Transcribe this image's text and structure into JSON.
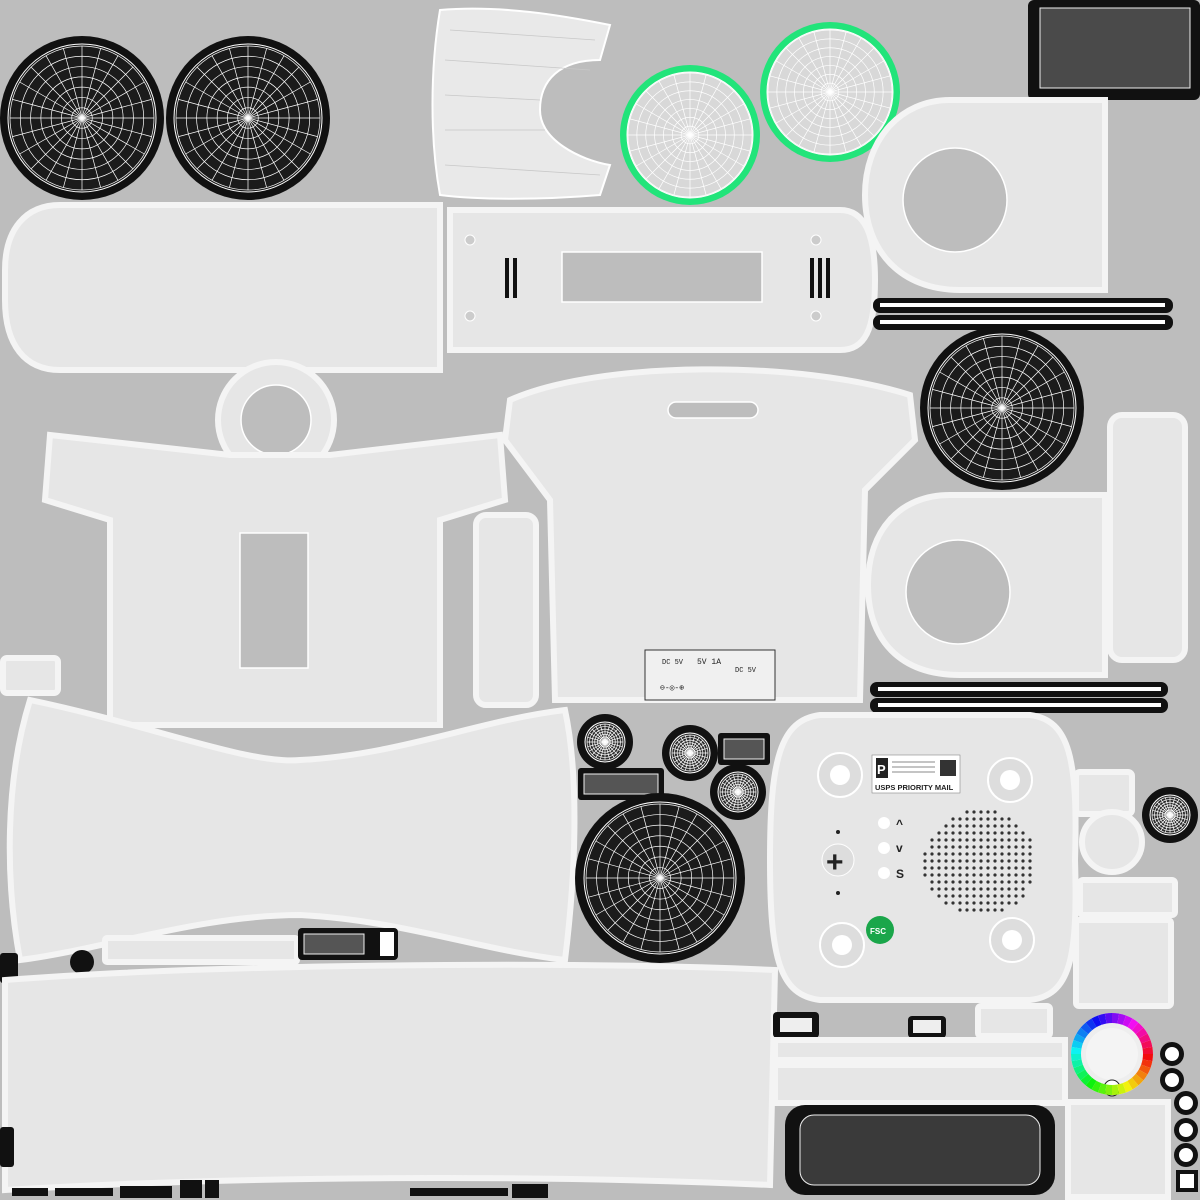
{
  "sticker": {
    "logo_letter": "P",
    "title": "USPS PRIORITY MAIL"
  },
  "port_panel": {
    "dc_left": "DC 5V",
    "spec": "5V 1A",
    "dc_right": "DC 5V",
    "symbol": "⊖-◎-⊕"
  },
  "buttons": {
    "up": "^",
    "down": "v",
    "s": "S",
    "plus": "+"
  },
  "green_badge": "FSC",
  "colors": {
    "background": "#bdbdbd",
    "shell": "#e6e6e6",
    "wire": "#ffffff",
    "rubber": "#111111",
    "accent_green": "#22e47a",
    "badge_green": "#1aa64a"
  }
}
